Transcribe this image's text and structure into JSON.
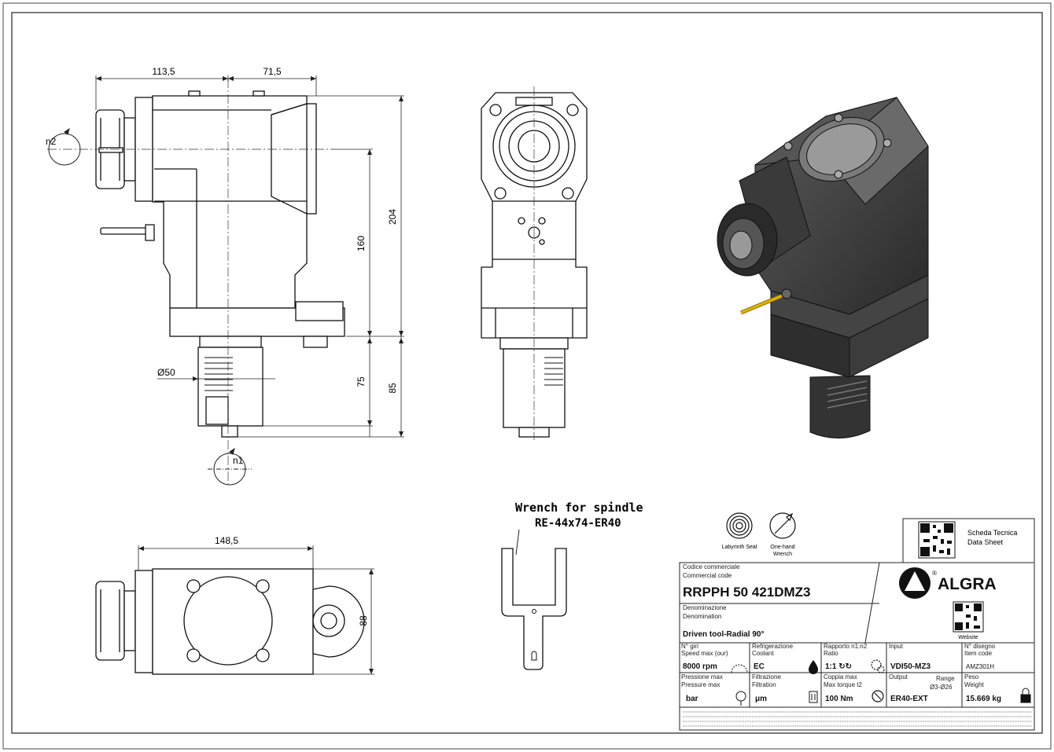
{
  "dimensions": {
    "d_113_5": "113,5",
    "d_71_5": "71,5",
    "d_204": "204",
    "d_160": "160",
    "d_75": "75",
    "d_85": "85",
    "d_dia50": "Ø50",
    "d_148_5": "148,5",
    "d_88": "88"
  },
  "rotation": {
    "n1": "n1",
    "n2": "n2"
  },
  "wrench": {
    "line1": "Wrench for spindle",
    "line2": "RE-44x74-ER40"
  },
  "icons": {
    "seal_label": "Labyrinth Seal",
    "wrench_label_1": "One-hand",
    "wrench_label_2": "Wrench"
  },
  "brand": {
    "name": "ALGRA",
    "registered": "®"
  },
  "datasheet": {
    "line1": "Scheda Tecnica",
    "line2": "Data Sheet",
    "website": "Website"
  },
  "title_block": {
    "code_label_it": "Codice commerciale",
    "code_label_en": "Commercial code",
    "code_value": "RRPPH 50 421DMZ3",
    "denom_label_it": "Denominazione",
    "denom_label_en": "Denomination",
    "denom_value": "Driven tool-Radial 90°",
    "cells_row1": [
      {
        "label_it": "N° giri",
        "label_en": "Speed max (our)",
        "value": "8000 rpm"
      },
      {
        "label_it": "Refrigerazione",
        "label_en": "Coolant",
        "value": "EC"
      },
      {
        "label_it": "Rapporto n1:n2",
        "label_en": "Ratio",
        "value": "1:1 ↻↻"
      },
      {
        "label_it": "Input",
        "label_en": "",
        "value": "VDI50-MZ3"
      },
      {
        "label_it": "N° disegno",
        "label_en": "Item code",
        "value": "AMZ301H"
      }
    ],
    "cells_row2": [
      {
        "label_it": "Pressione max",
        "label_en": "Pressure max",
        "value": "bar"
      },
      {
        "label_it": "Filtrazione",
        "label_en": "Filtration",
        "value": "μm"
      },
      {
        "label_it": "Coppia max",
        "label_en": "Max torque t2",
        "value": "100 Nm"
      },
      {
        "label_it": "Output",
        "label_en": "",
        "value": "ER40-EXT",
        "extra_label": "Range",
        "extra_value": "Ø3-Ø26"
      },
      {
        "label_it": "Peso",
        "label_en": "Weight",
        "value": "15.669 kg"
      }
    ]
  }
}
